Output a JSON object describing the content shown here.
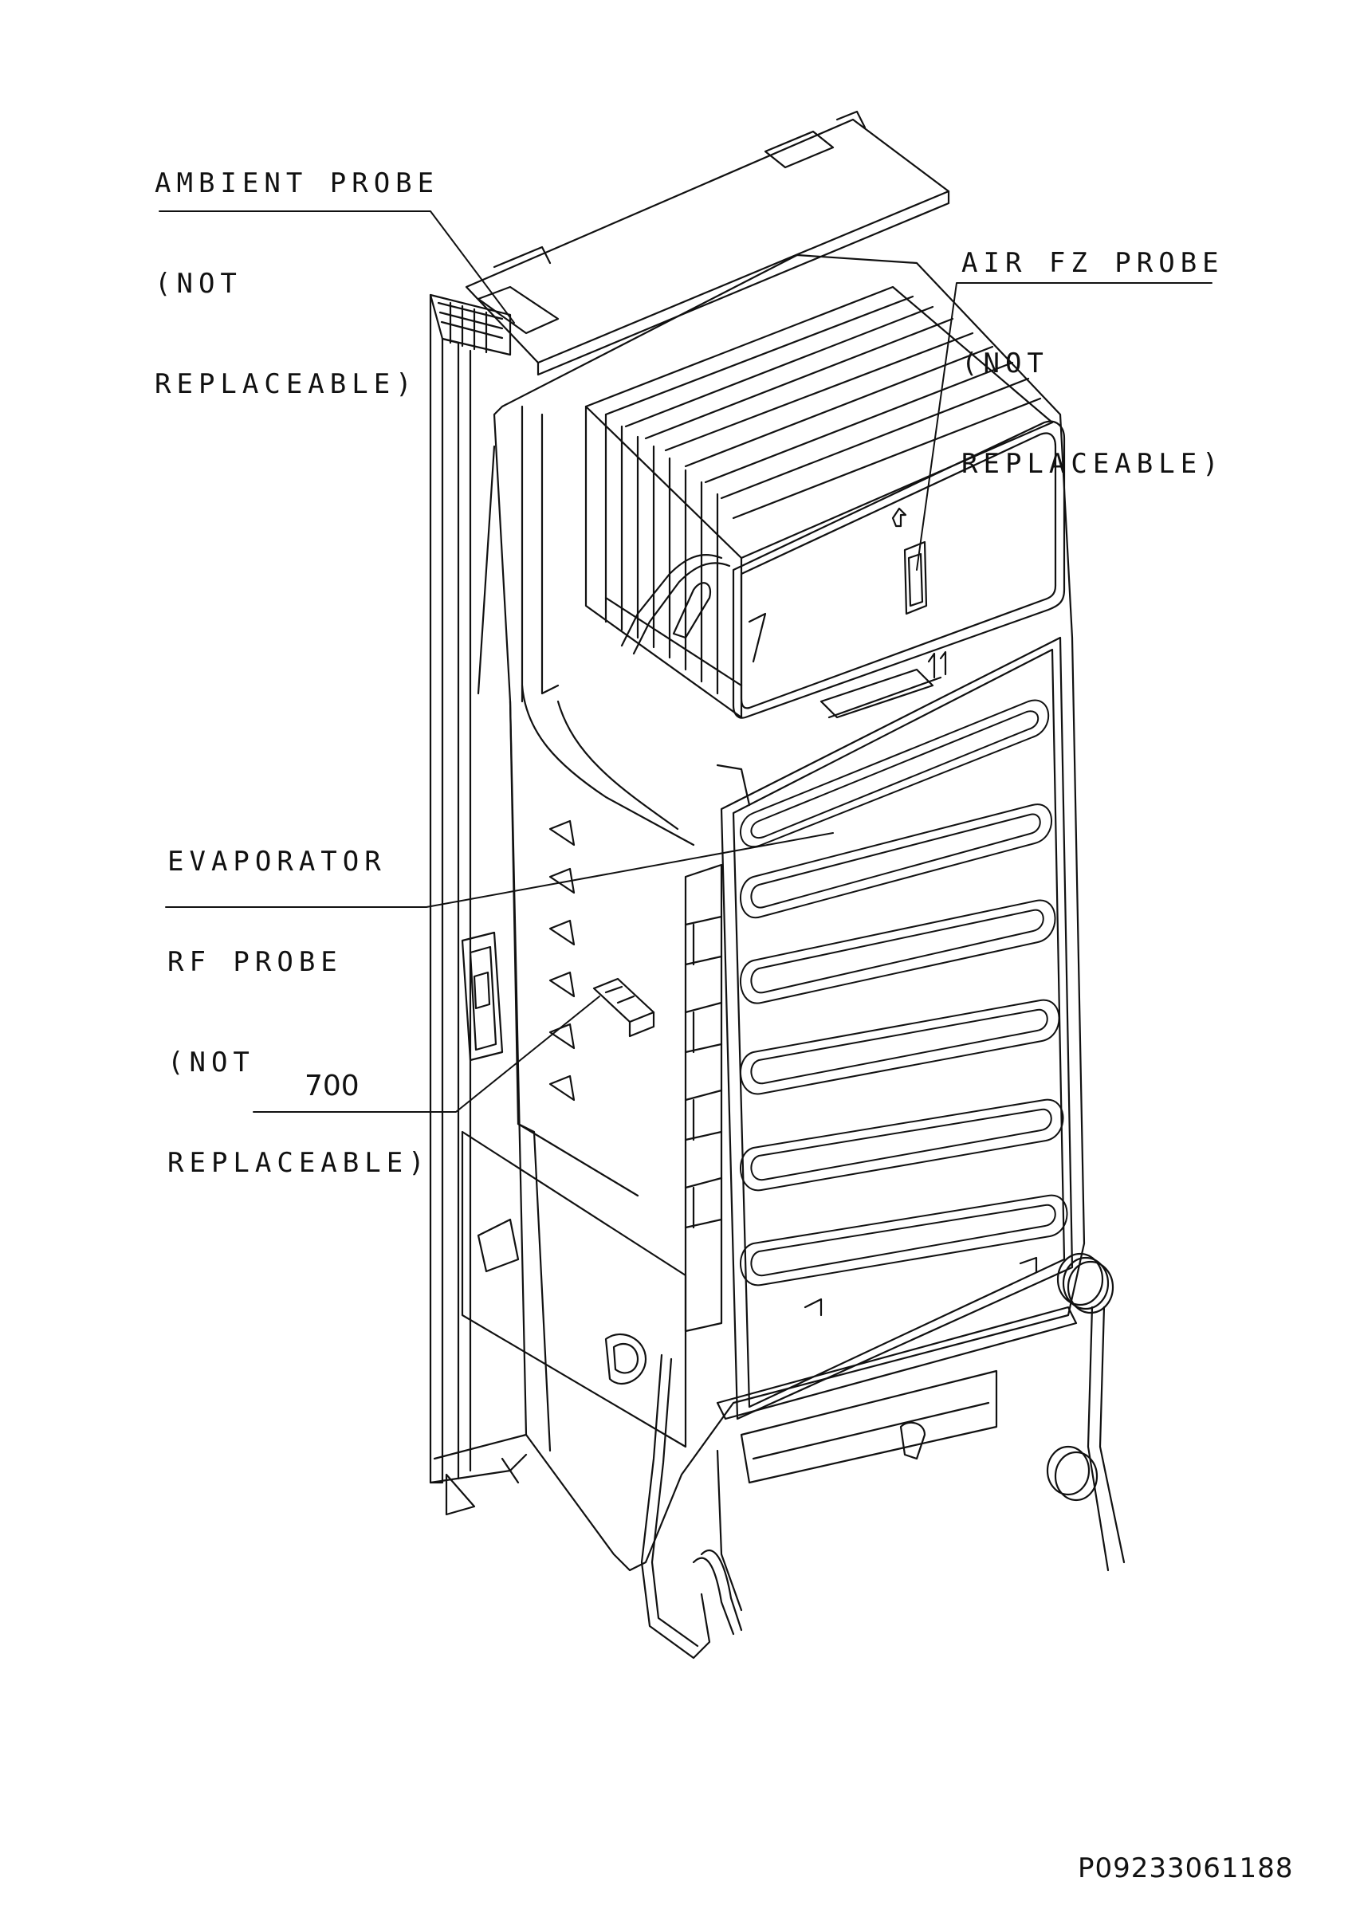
{
  "callouts": {
    "ambient": [
      "AMBIENT PROBE",
      "(NOT",
      "REPLACEABLE)"
    ],
    "air_fz": [
      "AIR FZ PROBE",
      "(NOT",
      "REPLACEABLE)"
    ],
    "evaporator": [
      "EVAPORATOR",
      "RF PROBE",
      "(NOT",
      "REPLACEABLE)"
    ],
    "part_700": "700"
  },
  "document_id": "P09233061188",
  "colors": {
    "ink": "#111111",
    "paper": "#ffffff"
  }
}
